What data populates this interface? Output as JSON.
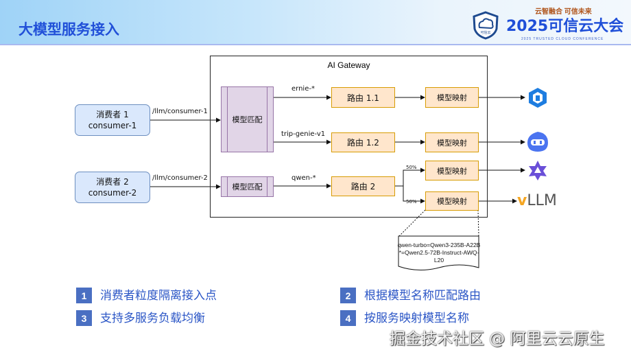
{
  "header": {
    "title": "大模型服务接入",
    "conference_slogan": "云智融合 可信未来",
    "conference_name": "2025可信云大会",
    "conference_name_en": "2025 TRUSTED CLOUD CONFERENCE",
    "logo_text": "可信云"
  },
  "diagram": {
    "gateway_title": "AI Gateway",
    "consumers": [
      {
        "name": "消费者 1",
        "id": "consumer-1",
        "path": "/llm/consumer-1"
      },
      {
        "name": "消费者 2",
        "id": "consumer-2",
        "path": "/llm/consumer-2"
      }
    ],
    "model_match_label": "模型匹配",
    "edges": [
      "ernie-*",
      "trip-genie-v1",
      "qwen-*"
    ],
    "routes": [
      "路由 1.1",
      "路由 1.2",
      "路由 2"
    ],
    "mapping_label": "模型映射",
    "split": [
      "50%",
      "50%"
    ],
    "mapping_note": [
      "qwen-turbo=Qwen3-235B-A22B",
      "*=Qwen2.5-72B-Instruct-AWQ-L20"
    ],
    "providers": [
      "wenxin-icon",
      "trip-genie-icon",
      "qwen-icon",
      "vLLM"
    ],
    "colors": {
      "consumer": "#dae8fc",
      "match": "#e1d5e7",
      "route": "#ffe6cc"
    }
  },
  "features": [
    {
      "num": "1",
      "text": "消费者粒度隔离接入点"
    },
    {
      "num": "2",
      "text": "根据模型名称匹配路由"
    },
    {
      "num": "3",
      "text": "支持多服务负载均衡"
    },
    {
      "num": "4",
      "text": "按服务映射模型名称"
    }
  ],
  "watermark": "掘金技术社区 @ 阿里云云原生"
}
